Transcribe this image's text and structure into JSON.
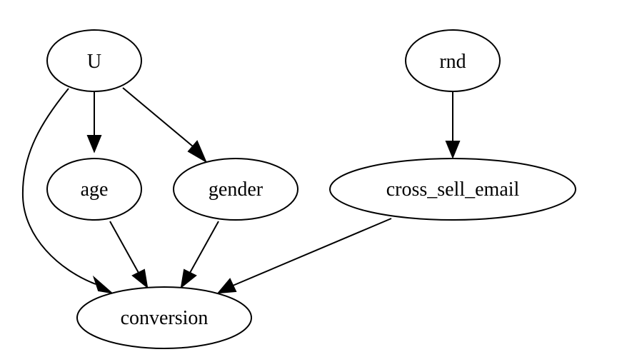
{
  "diagram": {
    "type": "directed-graph",
    "nodes": {
      "u": {
        "label": "U"
      },
      "rnd": {
        "label": "rnd"
      },
      "age": {
        "label": "age"
      },
      "gender": {
        "label": "gender"
      },
      "cross_sell_email": {
        "label": "cross_sell_email"
      },
      "conversion": {
        "label": "conversion"
      }
    },
    "edges": [
      {
        "from": "U",
        "to": "age"
      },
      {
        "from": "U",
        "to": "gender"
      },
      {
        "from": "U",
        "to": "conversion"
      },
      {
        "from": "rnd",
        "to": "cross_sell_email"
      },
      {
        "from": "age",
        "to": "conversion"
      },
      {
        "from": "gender",
        "to": "conversion"
      },
      {
        "from": "cross_sell_email",
        "to": "conversion"
      }
    ],
    "colors": {
      "stroke": "#000000",
      "fill": "#ffffff",
      "text": "#000000"
    }
  }
}
